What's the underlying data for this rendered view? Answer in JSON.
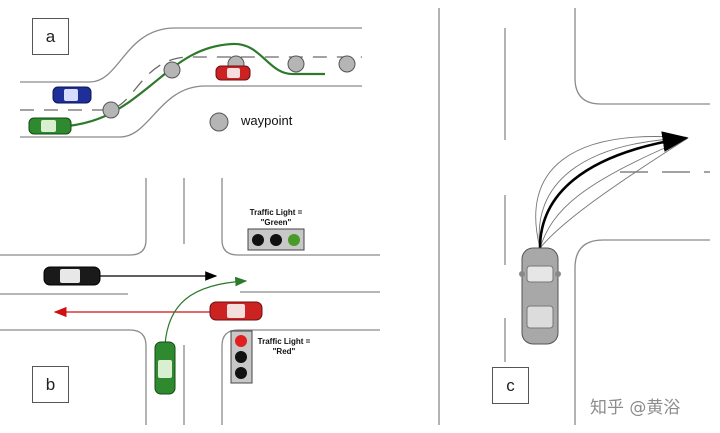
{
  "panels": [
    {
      "id": "a",
      "label": "a"
    },
    {
      "id": "b",
      "label": "b"
    },
    {
      "id": "c",
      "label": "c"
    }
  ],
  "legend": {
    "label": "waypoint"
  },
  "traffic_lights": [
    {
      "title_line1": "Traffic Light =",
      "title_line2": "\"Green\"",
      "active": "green"
    },
    {
      "title_line1": "Traffic Light =",
      "title_line2": "\"Red\"",
      "active": "red"
    }
  ],
  "watermark": "知乎 @黄浴",
  "colors": {
    "road_edge": "#8a8a8a",
    "lane_dash": "#6a6a6a",
    "path_green": "#2d7a2d",
    "waypoint": "#b5b5b5",
    "arrow_black": "#000000",
    "arrow_red": "#d01010",
    "light_red": "#e02020",
    "light_green": "#4a9a2a"
  },
  "cars": [
    {
      "name": "blue-car",
      "color": "#1f2f9a"
    },
    {
      "name": "green-car-a",
      "color": "#2f8a2f"
    },
    {
      "name": "red-car-a",
      "color": "#cc2222"
    },
    {
      "name": "black-car",
      "color": "#1a1a1a"
    },
    {
      "name": "red-car-b",
      "color": "#cc2222"
    },
    {
      "name": "green-car-b",
      "color": "#2f8a2f"
    },
    {
      "name": "silver-car",
      "color": "#a8a8a8"
    }
  ]
}
